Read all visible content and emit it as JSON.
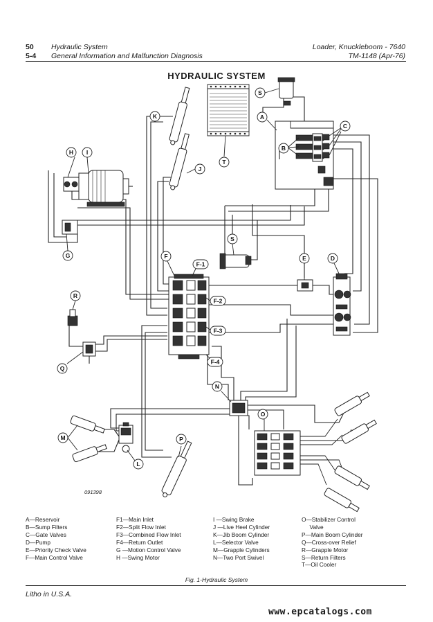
{
  "header": {
    "page_number": "50",
    "section_number": "5-4",
    "section_title": "Hydraulic System",
    "subsection_title": "General Information and Malfunction Diagnosis",
    "machine": "Loader, Knuckleboom  -  7640",
    "manual_ref": "TM-1148   (Apr-76)"
  },
  "title": "HYDRAULIC SYSTEM",
  "callouts": {
    "A": "A",
    "B": "B",
    "C": "C",
    "D": "D",
    "E": "E",
    "F": "F",
    "F1": "F-1",
    "F2": "F-2",
    "F3": "F-3",
    "F4": "F-4",
    "G": "G",
    "H": "H",
    "I": "I",
    "J": "J",
    "K": "K",
    "L": "L",
    "M": "M",
    "N": "N",
    "O": "O",
    "P": "P",
    "Q": "Q",
    "R": "R",
    "S1": "S",
    "S2": "S",
    "T": "T"
  },
  "drawing_number": "091398",
  "legend": {
    "col1": [
      "A—Reservoir",
      "B—Sump Filters",
      "C—Gate Valves",
      "D—Pump",
      "E—Priority Check Valve",
      "F—Main Control Valve"
    ],
    "col2": [
      "F1—Main Inlet",
      "F2—Split Flow Inlet",
      "F3—Combined Flow Inlet",
      "F4—Return Outlet",
      "G —Motion Control Valve",
      "H —Swing Motor"
    ],
    "col3": [
      "I  —Swing Brake",
      "J  —Live Heel Cylinder",
      "K—Jib Boom Cylinder",
      "L—Selector Valve",
      "M—Grapple Cylinders",
      "N—Two Port Swivel"
    ],
    "col4": [
      "O—Stabilizer Control",
      "     Valve",
      "P—Main Boom Cylinder",
      "Q—Cross-over Relief",
      "R—Grapple Motor",
      "S—Return Filters",
      "T—Oil Cooler"
    ]
  },
  "caption": "Fig. 1-Hydraulic System",
  "footer_note": "Litho in U.S.A.",
  "website": "www.epcatalogs.com"
}
